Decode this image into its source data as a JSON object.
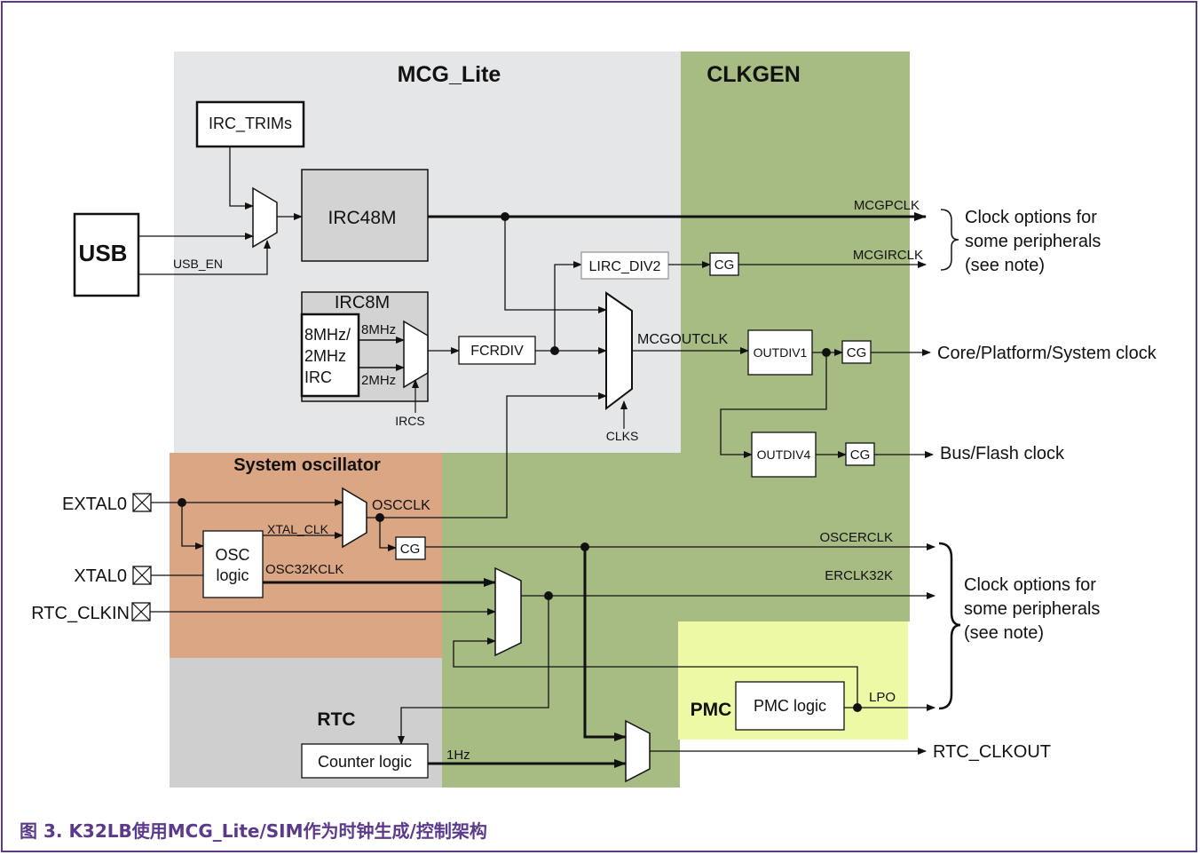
{
  "regions": {
    "mcg_lite": "MCG_Lite",
    "clkgen": "CLKGEN",
    "system_oscillator": "System oscillator",
    "rtc": "RTC",
    "pmc": "PMC"
  },
  "blocks": {
    "usb": "USB",
    "irc_trims": "IRC_TRIMs",
    "irc48m": "IRC48M",
    "irc8m": "IRC8M",
    "irc8m_inner": [
      "8MHz/",
      "2MHz",
      "IRC"
    ],
    "fcrdiv": "FCRDIV",
    "lirc_div2": "LIRC_DIV2",
    "outdiv1": "OUTDIV1",
    "outdiv4": "OUTDIV4",
    "cg": "CG",
    "osc_logic": [
      "OSC",
      "logic"
    ],
    "pmc_logic": "PMC logic",
    "counter_logic": "Counter logic"
  },
  "signals": {
    "usb_en": "USB_EN",
    "mcgpclk": "MCGPCLK",
    "mcgirclk": "MCGIRCLK",
    "mcgoutclk": "MCGOUTCLK",
    "clks": "CLKS",
    "ircs": "IRCS",
    "mhz8": "8MHz",
    "mhz2": "2MHz",
    "oscclk": "OSCCLK",
    "xtal_clk": "XTAL_CLK",
    "osc32kclk": "OSC32KCLK",
    "oscerclk": "OSCERCLK",
    "erclk32k": "ERCLK32K",
    "lpo": "LPO",
    "hz1": "1Hz"
  },
  "pins": {
    "extal0": "EXTAL0",
    "xtal0": "XTAL0",
    "rtc_clkin": "RTC_CLKIN"
  },
  "outputs": {
    "clock_options_1": [
      "Clock options for",
      "some peripherals",
      "(see note)"
    ],
    "core_clock": "Core/Platform/System clock",
    "bus_clock": "Bus/Flash clock",
    "clock_options_2": [
      "Clock options for",
      "some peripherals",
      "(see note)"
    ],
    "rtc_clkout": "RTC_CLKOUT"
  },
  "caption": "图 3. K32LB使用MCG_Lite/SIM作为时钟生成/控制架构",
  "colors": {
    "mcg_lite_bg": "#e4e6e8",
    "clkgen_bg": "#a7bc83",
    "sysosc_bg": "#dba684",
    "rtc_bg": "#cfcfcf",
    "pmc_bg": "#eef9a6",
    "block_gray": "#d3d3d3",
    "caption": "#5b3a8c"
  }
}
